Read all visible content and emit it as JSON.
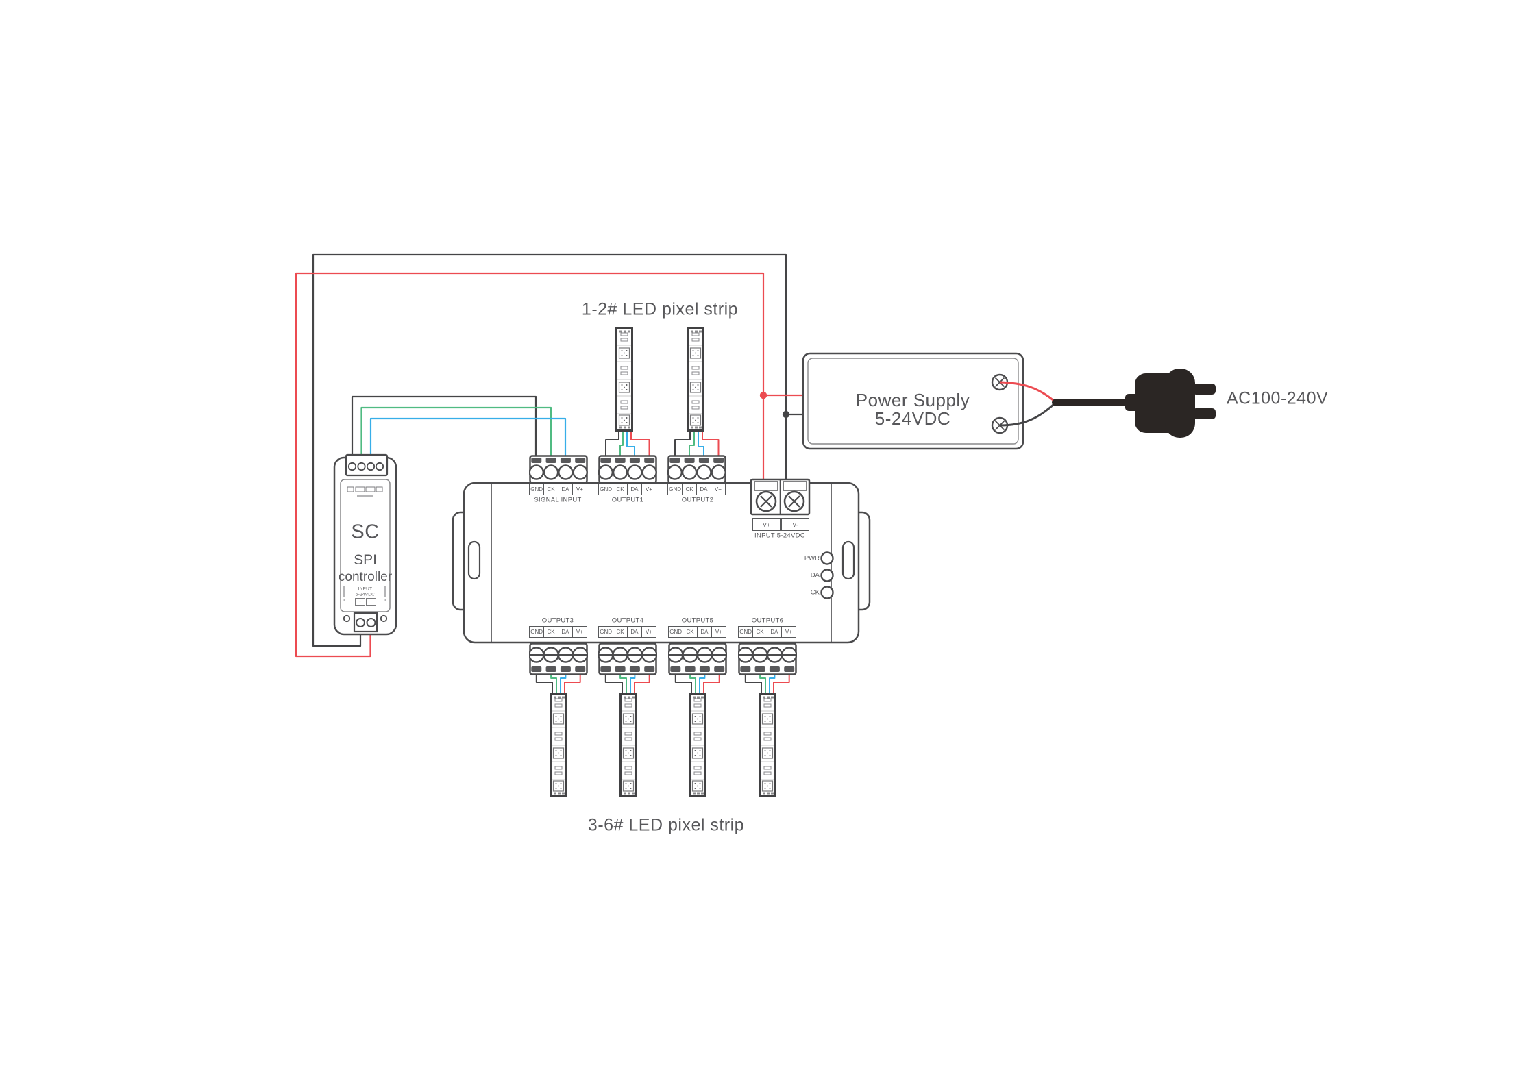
{
  "colors": {
    "outline": "#4b4b4d",
    "text": "#57575a",
    "wire_black": "#454547",
    "wire_red": "#ec4b51",
    "wire_green": "#50bb82",
    "wire_blue": "#37aee8",
    "pad": "#58585a",
    "plug": "#2b2624",
    "strip_border": "#414143",
    "panel_line": "#8a8a8c"
  },
  "labels": {
    "top_strips": "1-2# LED pixel strip",
    "bottom_strips": "3-6# LED pixel strip",
    "ac_input": "AC100-240V",
    "power_supply_line1": "Power Supply",
    "power_supply_line2": "5-24VDC",
    "input_caption": "INPUT 5-24VDC",
    "v_plus": "V+",
    "v_minus": "V-"
  },
  "sc_controller": {
    "model": "SC",
    "type_line1": "SPI",
    "type_line2": "controller",
    "input_line1": "INPUT",
    "input_line2": "5-24VDC",
    "minus": "-",
    "plus": "+"
  },
  "pins": [
    "GND",
    "CK",
    "DA",
    "V+"
  ],
  "ports": {
    "signal_input": "SIGNAL INPUT",
    "output1": "OUTPUT1",
    "output2": "OUTPUT2",
    "output3": "OUTPUT3",
    "output4": "OUTPUT4",
    "output5": "OUTPUT5",
    "output6": "OUTPUT6"
  },
  "status_leds": [
    "PWR",
    "DA",
    "CK"
  ]
}
